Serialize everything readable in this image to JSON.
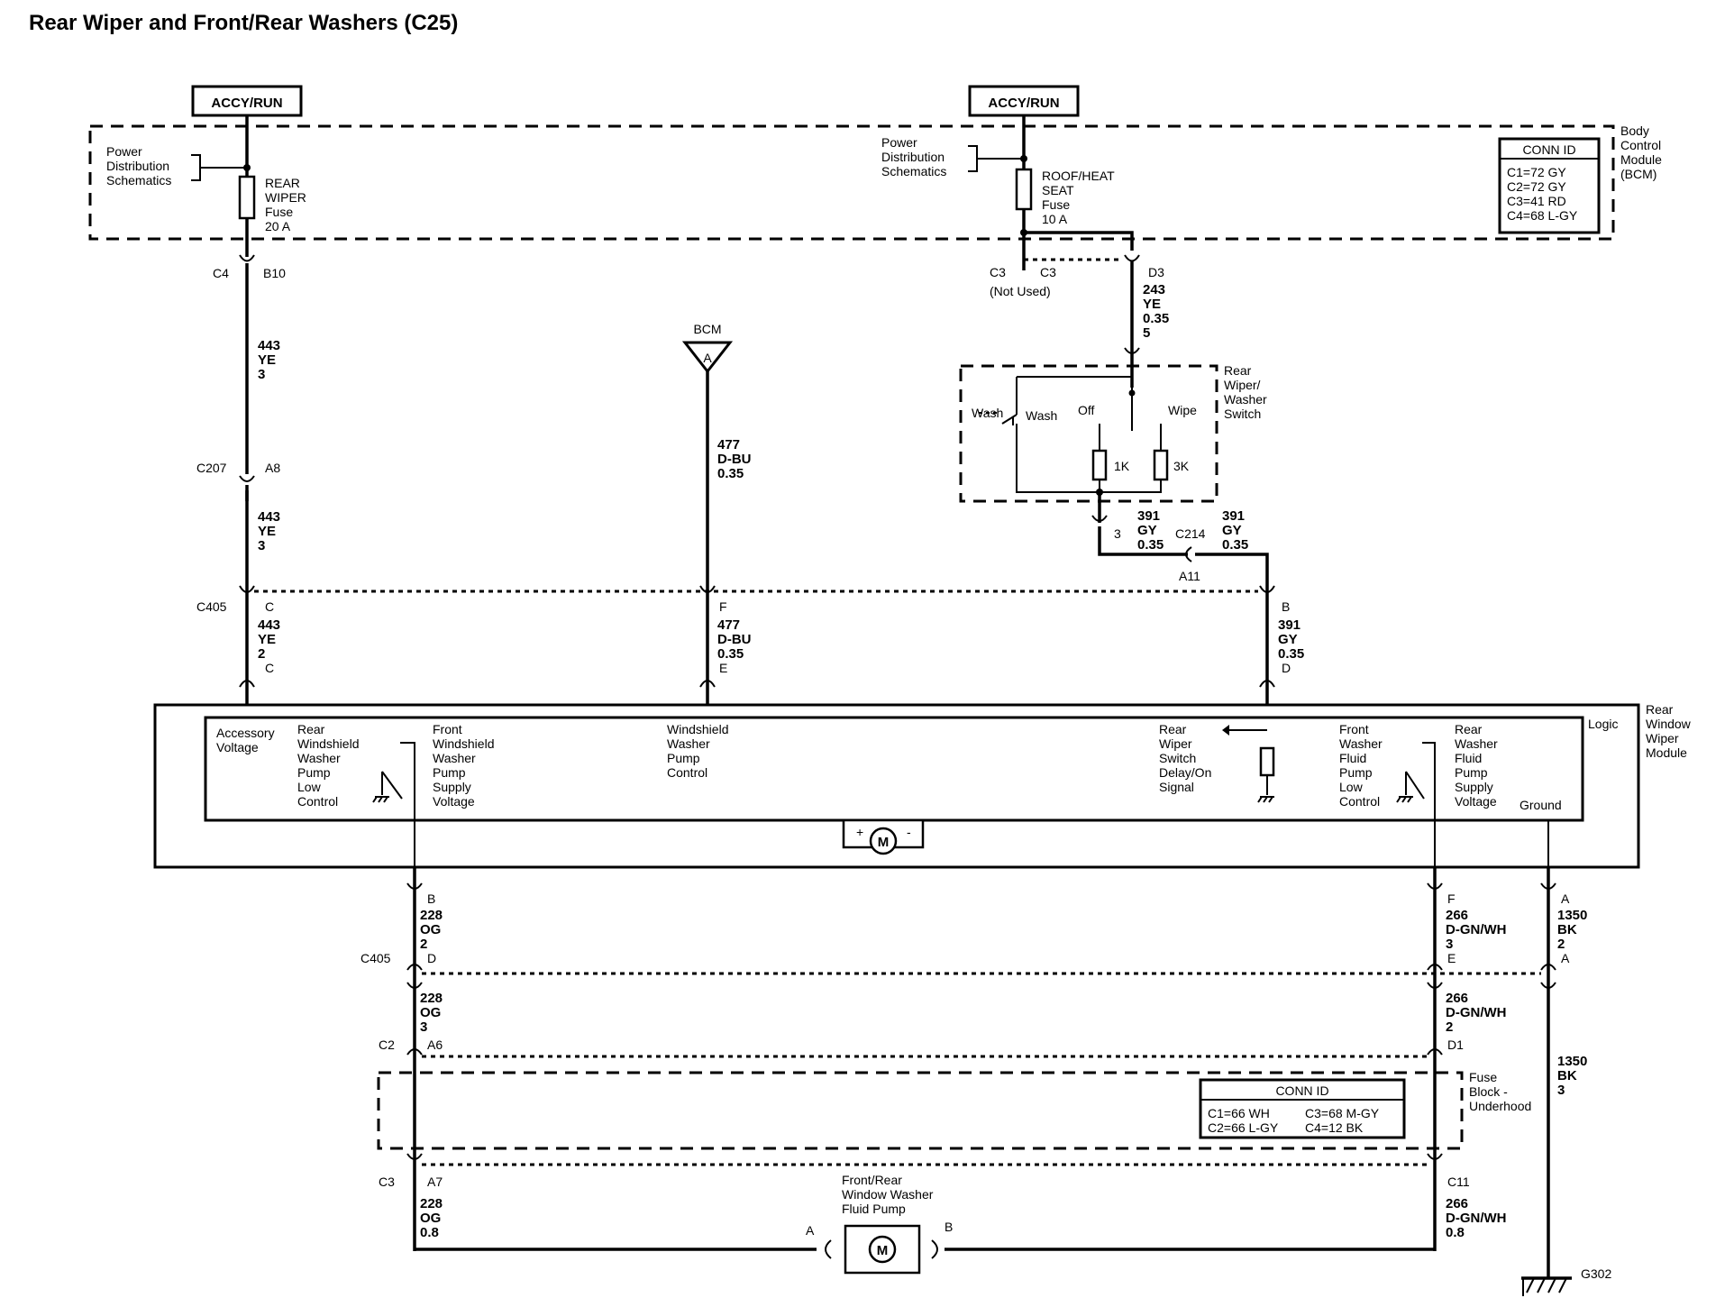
{
  "title": "Rear Wiper and Front/Rear Washers (C25)",
  "power": {
    "left_source": "ACCY/RUN",
    "right_source": "ACCY/RUN",
    "pds_line1": "Power",
    "pds_line2": "Distribution",
    "pds_line3": "Schematics"
  },
  "bcm": {
    "label_lines": [
      "Body",
      "Control",
      "Module",
      "(BCM)"
    ],
    "conn_id_title": "CONN ID",
    "conn_id_rows": [
      "C1=72 GY",
      "C2=72 GY",
      "C3=41 RD",
      "C4=68 L-GY"
    ],
    "fuse_left_lines": [
      "REAR",
      "WIPER",
      "Fuse",
      "20 A"
    ],
    "fuse_right_lines": [
      "ROOF/HEAT",
      "SEAT",
      "Fuse",
      "10 A"
    ],
    "c4": "C4",
    "b10": "B10",
    "c3a": "C3",
    "c3b": "C3",
    "not_used": "(Not Used)",
    "d3": "D3"
  },
  "circuits": {
    "c443_a": [
      "443",
      "YE",
      "3"
    ],
    "c443_b": [
      "443",
      "YE",
      "3"
    ],
    "c443_c": [
      "443",
      "YE",
      "2"
    ],
    "c477_a": [
      "477",
      "D-BU",
      "0.35"
    ],
    "c477_b": [
      "477",
      "D-BU",
      "0.35"
    ],
    "c243": [
      "243",
      "YE",
      "0.35",
      "5"
    ],
    "c391_a": [
      "391",
      "GY",
      "0.35"
    ],
    "c391_b": [
      "391",
      "GY",
      "0.35"
    ],
    "c391_c": [
      "391",
      "GY",
      "0.35"
    ],
    "c228_a": [
      "228",
      "OG",
      "2"
    ],
    "c228_b": [
      "228",
      "OG",
      "3"
    ],
    "c228_c": [
      "228",
      "OG",
      "0.8"
    ],
    "c266_a": [
      "266",
      "D-GN/WH",
      "3"
    ],
    "c266_b": [
      "266",
      "D-GN/WH",
      "2"
    ],
    "c266_c": [
      "266",
      "D-GN/WH",
      "0.8"
    ],
    "c1350_a": [
      "1350",
      "BK",
      "2"
    ],
    "c1350_b": [
      "1350",
      "BK",
      "3"
    ]
  },
  "connectors": {
    "c207": "C207",
    "a8": "A8",
    "c405_top": "C405",
    "pin_c_top": "C",
    "pin_c_bot": "C",
    "pin_f": "F",
    "pin_e": "E",
    "pin_b_top": "B",
    "pin_d_top": "D",
    "c214": "C214",
    "a11": "A11",
    "pin_3": "3",
    "pin_b_low": "B",
    "pin_f_low": "F",
    "pin_a_low": "A",
    "c405_low": "C405",
    "pin_d_low": "D",
    "pin_e_low": "E",
    "pin_a_low2": "A",
    "c2": "C2",
    "a6": "A6",
    "d1": "D1",
    "c3": "C3",
    "a7": "A7",
    "c11": "C11",
    "pump_a": "A",
    "pump_b": "B",
    "g302": "G302"
  },
  "bcm_ref": {
    "label": "BCM",
    "pin": "A"
  },
  "switch": {
    "label_lines": [
      "Rear",
      "Wiper/",
      "Washer",
      "Switch"
    ],
    "wash": "Wash",
    "off": "Off",
    "wipe": "Wipe",
    "r1": "1K",
    "r2": "3K"
  },
  "module": {
    "label_lines": [
      "Rear",
      "Window",
      "Wiper",
      "Module"
    ],
    "logic": "Logic",
    "accessory_voltage": [
      "Accessory",
      "Voltage"
    ],
    "rear_ws_pump_low": [
      "Rear",
      "Windshield",
      "Washer",
      "Pump",
      "Low",
      "Control"
    ],
    "front_ws_pump_supply": [
      "Front",
      "Windshield",
      "Washer",
      "Pump",
      "Supply",
      "Voltage"
    ],
    "ws_washer_pump_control": [
      "Windshield",
      "Washer",
      "Pump",
      "Control"
    ],
    "rear_wiper_switch_signal": [
      "Rear",
      "Wiper",
      "Switch",
      "Delay/On",
      "Signal"
    ],
    "front_washer_fluid_low": [
      "Front",
      "Washer",
      "Fluid",
      "Pump",
      "Low",
      "Control"
    ],
    "rear_washer_fluid_supply": [
      "Rear",
      "Washer",
      "Fluid",
      "Pump",
      "Supply",
      "Voltage"
    ],
    "ground": "Ground",
    "motor": "M",
    "plus": "+",
    "minus": "-"
  },
  "fuse_block": {
    "label_lines": [
      "Fuse",
      "Block -",
      "Underhood"
    ],
    "conn_id_title": "CONN ID",
    "row1_left": "C1=66 WH",
    "row1_right": "C3=68 M-GY",
    "row2_left": "C2=66 L-GY",
    "row2_right": "C4=12 BK"
  },
  "pump": {
    "label_lines": [
      "Front/Rear",
      "Window Washer",
      "Fluid Pump"
    ],
    "motor": "M"
  }
}
